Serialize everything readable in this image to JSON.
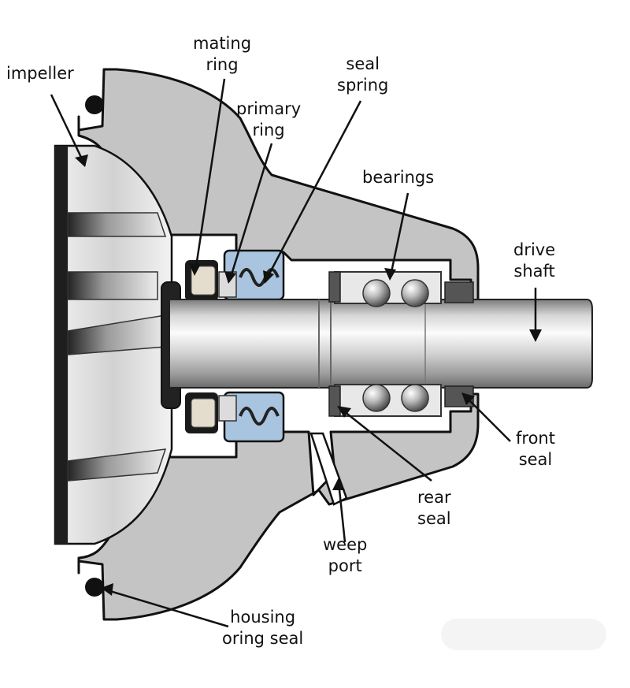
{
  "labels": {
    "impeller": [
      "impeller"
    ],
    "mating_ring": [
      "mating",
      "ring"
    ],
    "primary_ring": [
      "primary",
      "ring"
    ],
    "seal_spring": [
      "seal",
      "spring"
    ],
    "bearings": [
      "bearings"
    ],
    "drive_shaft": [
      "drive",
      "shaft"
    ],
    "front_seal": [
      "front",
      "seal"
    ],
    "rear_seal": [
      "rear",
      "seal"
    ],
    "weep_port": [
      "weep",
      "port"
    ],
    "housing_oring_seal": [
      "housing",
      "oring seal"
    ]
  },
  "colors": {
    "housing": "#c4c4c4",
    "outline": "#111111",
    "seal_blue": "#a9c4de",
    "ring_tan": "#e4dccc",
    "shaft_light": "#f2f2f2",
    "shaft_dark": "#8c8c8c"
  }
}
